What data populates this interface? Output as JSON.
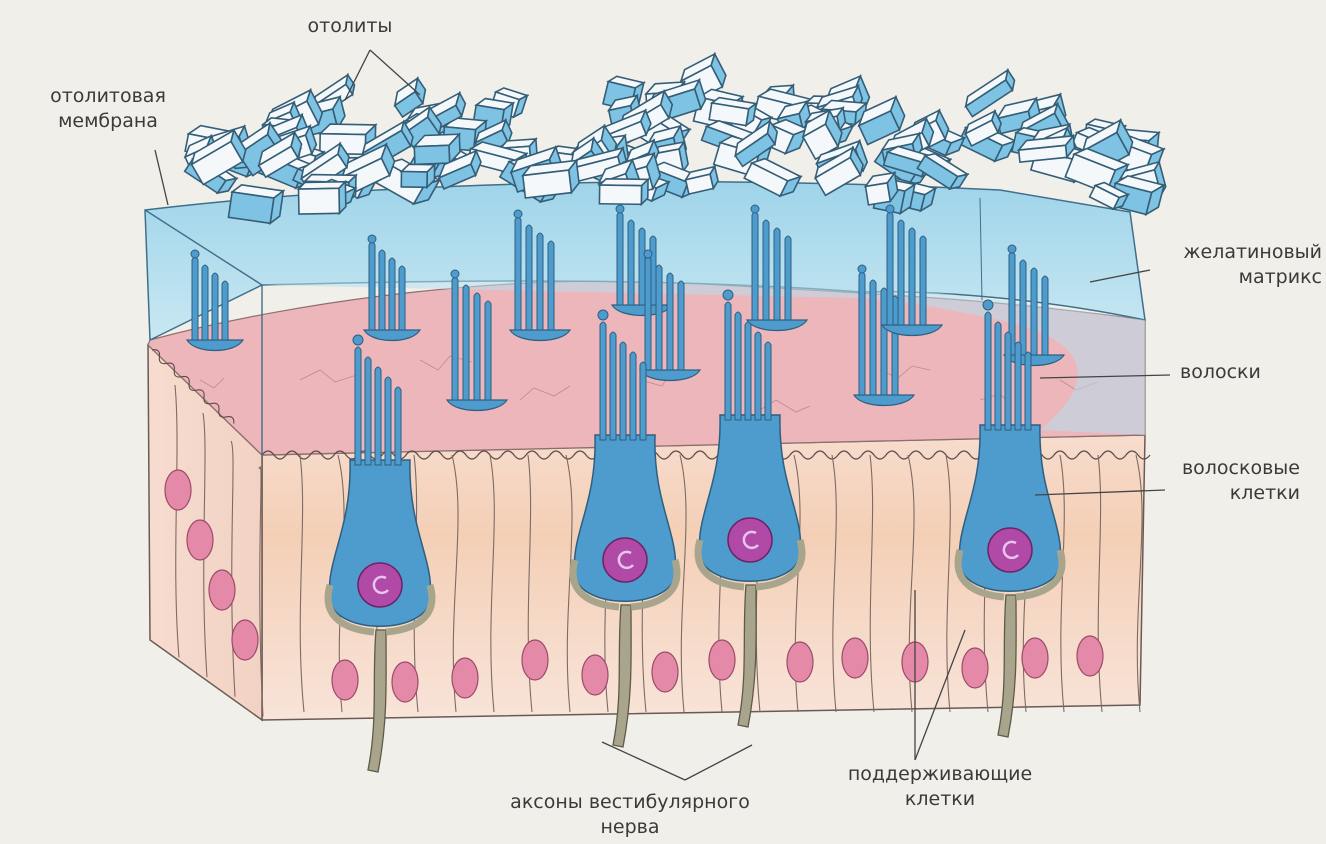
{
  "labels": {
    "otolity": "отолиты",
    "otolitovaya_line1": "отолитовая",
    "otolitovaya_line2": "мембрана",
    "zhelatinovy_line1": "желатиновый",
    "zhelatinovy_line2": "матрикс",
    "voloski": "волоски",
    "voloskovye_line1": "волосковые",
    "voloskovye_line2": "клетки",
    "podderzh_line1": "поддерживающие",
    "podderzh_line2": "клетки",
    "aksony_line1": "аксоны вестибулярного",
    "aksony_line2": "нерва"
  },
  "colors": {
    "otolith_light": "#f4f8fb",
    "otolith_blue": "#7fc3e4",
    "otolith_edge": "#3f6f8a",
    "matrix": "#b8e0ee",
    "pink_layer": "#eab3b9",
    "epithelium": "#f5d6c6",
    "hair_cell": "#4d9ccd",
    "nucleus": "#b04aa6",
    "support_nucleus": "#e48aa8",
    "axon": "#a9a58c"
  }
}
